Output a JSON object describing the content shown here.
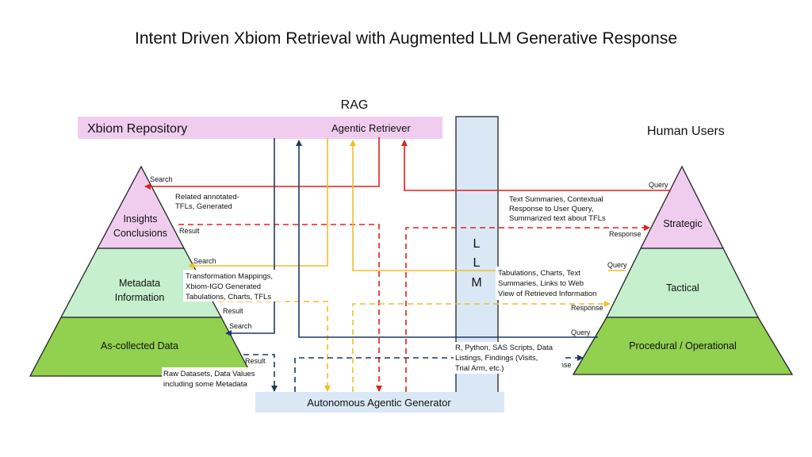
{
  "title": "Intent Driven Xbiom Retrieval with Augmented LLM Generative Response",
  "rag_label": "RAG",
  "repository": {
    "name": "Xbiom Repository",
    "retriever": "Agentic Retriever"
  },
  "human_users": "Human Users",
  "llm_letters": [
    "L",
    "L",
    "M"
  ],
  "generator": "Autonomous Agentic Generator",
  "left_pyramid": {
    "top": [
      "Insights",
      "Conclusions"
    ],
    "middle": [
      "Metadata",
      "Information"
    ],
    "bottom": "As-collected Data"
  },
  "right_pyramid": {
    "top": "Strategic",
    "middle": "Tactical",
    "bottom": "Procedural / Operational"
  },
  "arrow_labels": {
    "search": "Search",
    "result": "Result",
    "query": "Query",
    "response": "Response"
  },
  "notes": {
    "insights_return": [
      "Related annotated-",
      "TFLs, Generated"
    ],
    "metadata_return": [
      "Transformation Mappings,",
      "Xbiom-IGO Generated",
      "Tabulations, Charts, TFLs"
    ],
    "data_return": [
      "Raw Datasets, Data Values",
      "including some Metadata"
    ],
    "strategic_response": [
      "Text Summaries, Contextual",
      "Response to User Query,",
      "Summarized text about TFLs"
    ],
    "tactical_response": [
      "Tabulations, Charts, Text",
      "Summaries, Links to Web",
      "View of Retrieved Information"
    ],
    "operational_response": [
      "R, Python, SAS Scripts, Data",
      "Listings, Findings (Visits,",
      "Trial Arm, etc.)"
    ]
  },
  "colors": {
    "red": "#e0201b",
    "yellow": "#f2bd2a",
    "navy": "#1f3864",
    "pink": "#f0cdee",
    "light_green": "#c6efce",
    "green": "#92d050",
    "light_blue": "#dae8f6"
  }
}
